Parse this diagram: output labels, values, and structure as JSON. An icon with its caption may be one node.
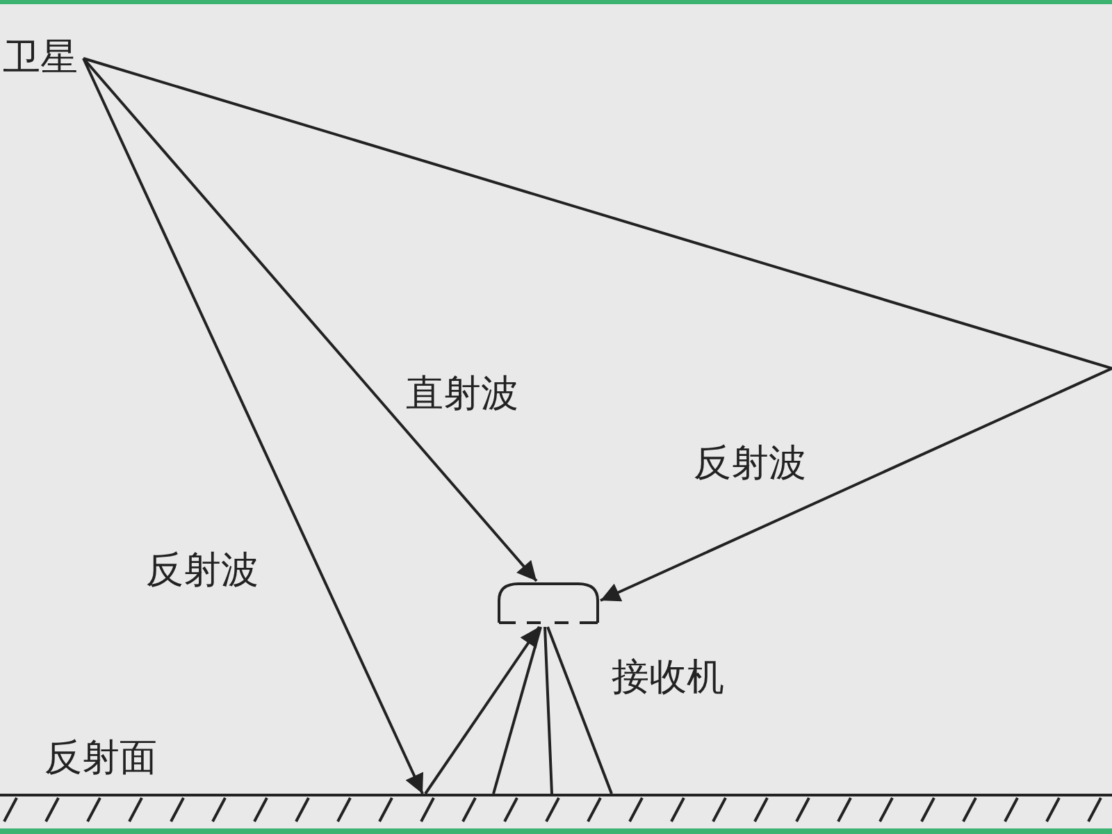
{
  "diagram": {
    "nodes": [
      {
        "text": [
          "卫星"
        ]
      },
      {
        "text": [],
        "shape": "box"
      },
      {
        "text": [],
        "shape": "bar"
      }
    ],
    "edges": [
      {
        "from": 0,
        "to": 1,
        "arrow": "to",
        "label": "直射波"
      },
      {
        "from": 0,
        "to": null,
        "arrow": "none"
      },
      {
        "from": null,
        "to": 1,
        "arrow": "to",
        "label": "反射波"
      },
      {
        "from": 0,
        "to": 2,
        "arrow": "to",
        "label": "反射波"
      },
      {
        "from": 2,
        "to": 1,
        "arrow": "to"
      },
      {
        "from": 2,
        "to": 1,
        "arrow": "none"
      },
      {
        "from": 2,
        "to": 1,
        "arrow": "none"
      },
      {
        "from": 2,
        "to": 1,
        "arrow": "none"
      }
    ],
    "labels": [
      "接收机",
      "反射面"
    ]
  }
}
